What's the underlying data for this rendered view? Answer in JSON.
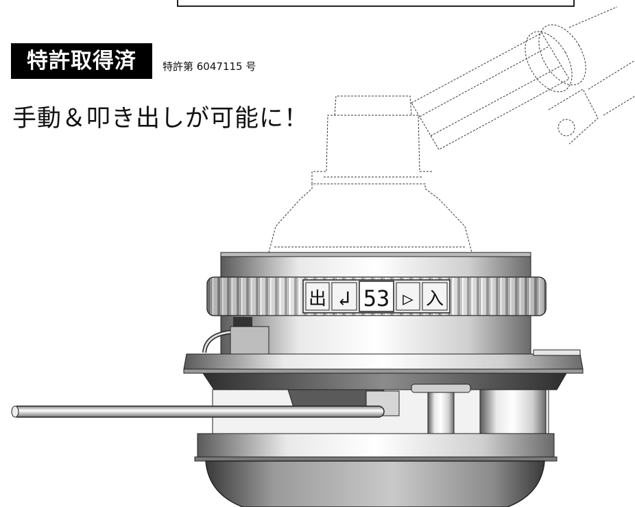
{
  "badge": {
    "label": "特許取得済"
  },
  "patent_number": "特許第 6047115 号",
  "headline": "手動＆叩き出しが可能に！",
  "dial": {
    "out_label": "出",
    "arrow_left_symbol": "↲",
    "number": "53",
    "arrow_right_symbol": "▷",
    "in_label": "入"
  },
  "colors": {
    "badge_background": "#000000",
    "badge_text": "#ffffff",
    "line": "#222222"
  }
}
